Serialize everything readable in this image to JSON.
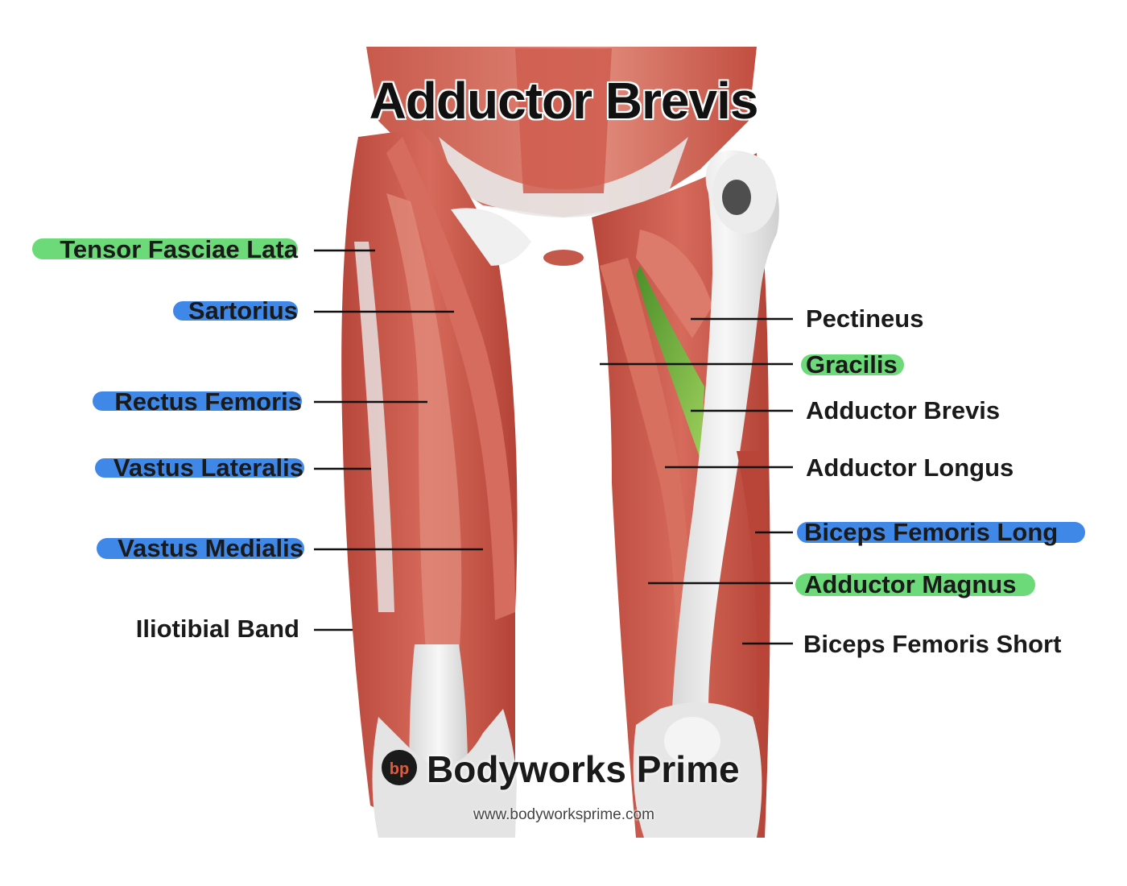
{
  "title": "Adductor Brevis",
  "labels_left": [
    {
      "text": "Tensor Fasciae Lata",
      "highlight": "green"
    },
    {
      "text": "Sartorius",
      "highlight": "blue"
    },
    {
      "text": "Rectus Femoris",
      "highlight": "blue"
    },
    {
      "text": "Vastus Lateralis",
      "highlight": "blue"
    },
    {
      "text": "Vastus Medialis",
      "highlight": "blue"
    },
    {
      "text": "Iliotibial Band",
      "highlight": "none"
    }
  ],
  "labels_right": [
    {
      "text": "Pectineus",
      "highlight": "none"
    },
    {
      "text": "Gracilis",
      "highlight": "green"
    },
    {
      "text": "Adductor Brevis",
      "highlight": "none"
    },
    {
      "text": "Adductor Longus",
      "highlight": "none"
    },
    {
      "text": "Biceps Femoris Long",
      "highlight": "blue"
    },
    {
      "text": "Adductor Magnus",
      "highlight": "green"
    },
    {
      "text": "Biceps Femoris Short",
      "highlight": "none"
    }
  ],
  "brand": {
    "name": "Bodyworks Prime",
    "url": "www.bodyworksprime.com",
    "logo_letters": "bp"
  },
  "colors": {
    "muscle": "#c9574a",
    "muscle_light": "#e08a7c",
    "bone": "#eeeeee",
    "highlight_muscle": "#7cb342",
    "green_marker": "#5cd66a",
    "blue_marker": "#2b7be4"
  }
}
